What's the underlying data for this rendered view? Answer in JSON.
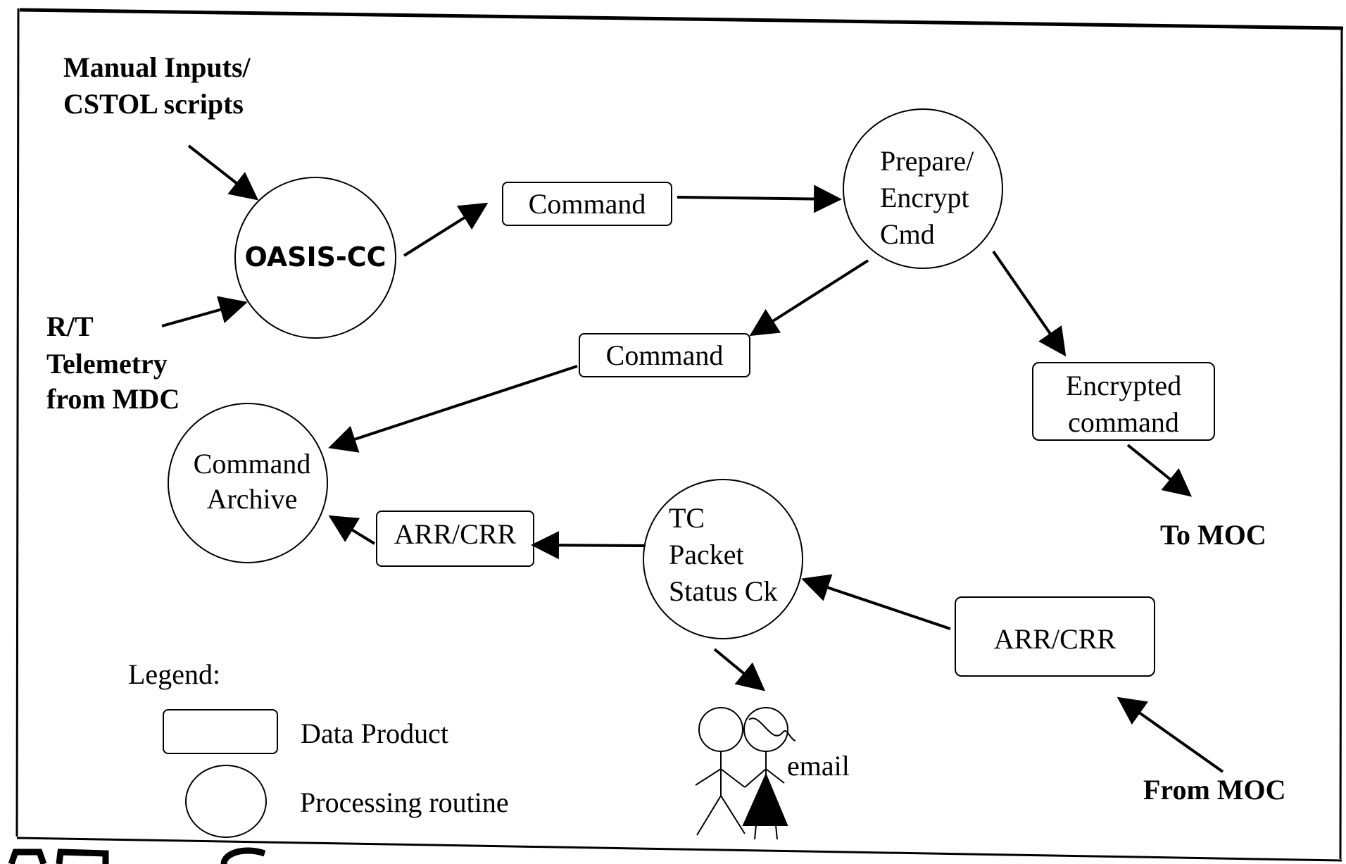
{
  "inputs": {
    "manual_line1": "Manual Inputs/",
    "manual_line2": "CSTOL scripts",
    "rt_line1": "R/T",
    "rt_line2": "Telemetry",
    "rt_line3": "from MDC"
  },
  "processes": {
    "oasis": "OASIS-CC",
    "prepare_line1": "Prepare/",
    "prepare_line2": "Encrypt",
    "prepare_line3": "Cmd",
    "archive_line1": "Command",
    "archive_line2": "Archive",
    "tc_line1": "TC",
    "tc_line2": "Packet",
    "tc_line3": "Status Ck"
  },
  "products": {
    "command_top": "Command",
    "command_mid": "Command",
    "encrypted_line1": "Encrypted",
    "encrypted_line2": "command",
    "arrcrr_left": "ARR/CRR",
    "arrcrr_right": "ARR/CRR"
  },
  "endpoints": {
    "to_moc": "To MOC",
    "from_moc": "From MOC",
    "email": "email"
  },
  "legend": {
    "title": "Legend:",
    "data_product": "Data Product",
    "processing_routine": "Processing routine"
  }
}
